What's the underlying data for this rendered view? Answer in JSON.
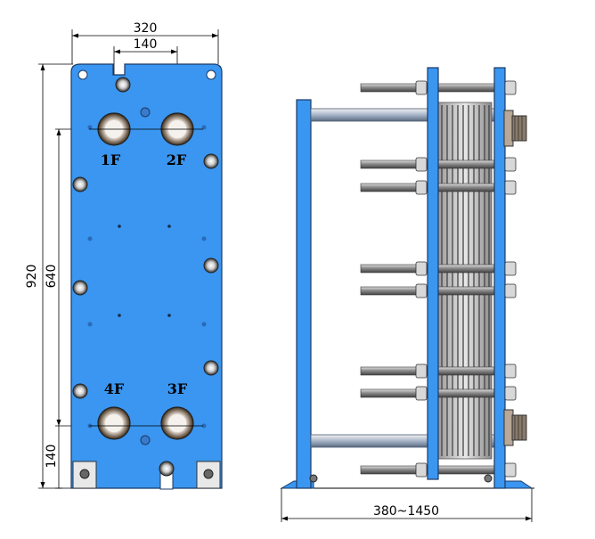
{
  "front_view": {
    "width_label": "320",
    "port_spacing_label": "140",
    "height_label": "920",
    "port_center_distance_label": "640",
    "bottom_offset_label": "140",
    "ports": [
      "1F",
      "2F",
      "4F",
      "3F"
    ],
    "plate_color": "#3a96f0"
  },
  "side_view": {
    "length_label": "380~1450",
    "frame_color": "#3a96f0"
  }
}
